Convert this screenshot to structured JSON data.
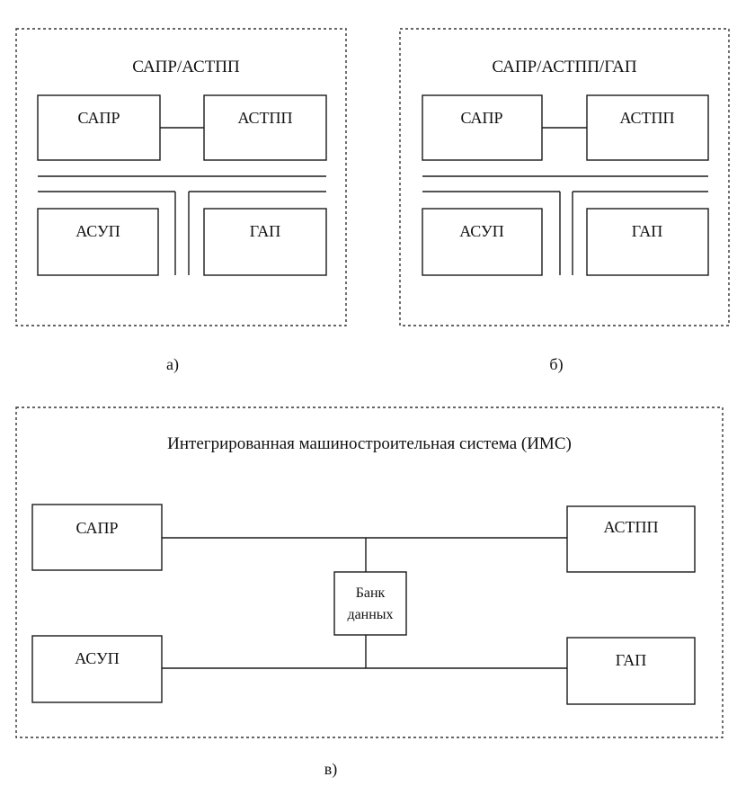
{
  "panel_a": {
    "title": "САПР/АСТПП",
    "box_sapr": "САПР",
    "box_astpp": "АСТПП",
    "box_asup": "АСУП",
    "box_gap": "ГАП",
    "caption": "а)"
  },
  "panel_b": {
    "title": "САПР/АСТПП/ГАП",
    "box_sapr": "САПР",
    "box_astpp": "АСТПП",
    "box_asup": "АСУП",
    "box_gap": "ГАП",
    "caption": "б)"
  },
  "panel_c": {
    "title": "Интегрированная машиностроительная система (ИМС)",
    "box_sapr": "САПР",
    "box_astpp": "АСТПП",
    "box_asup": "АСУП",
    "box_gap": "ГАП",
    "databank_line1": "Банк",
    "databank_line2": "данных",
    "caption": "в)"
  }
}
